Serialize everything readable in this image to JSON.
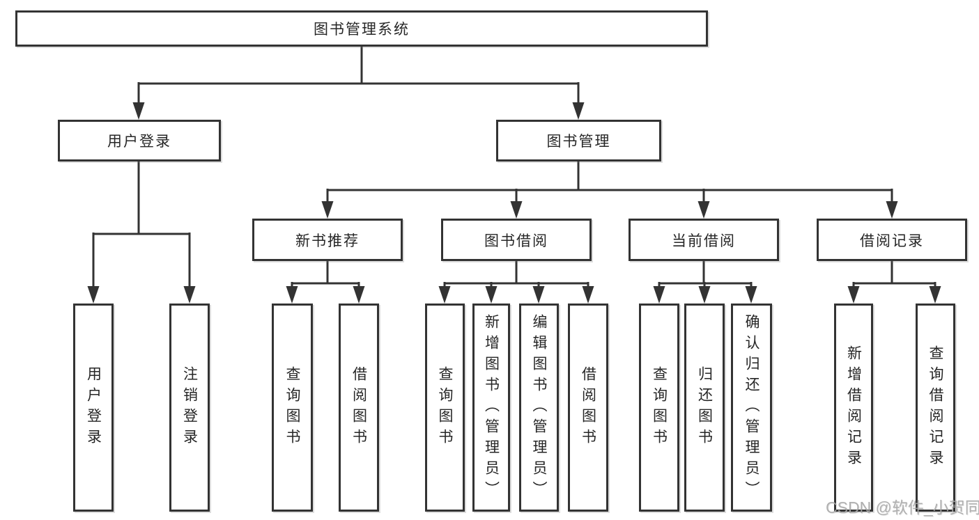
{
  "diagram": {
    "watermark": "CSDN @软件_小贺同学",
    "colors": {
      "line": "#333333",
      "border": "#333333",
      "text": "#262626",
      "watermark": "#a8a8a8",
      "background": "#ffffff"
    },
    "nodes": {
      "root": {
        "label": "图书管理系统"
      },
      "user_login": {
        "label": "用户登录"
      },
      "book_mgmt": {
        "label": "图书管理"
      },
      "new_book": {
        "label": "新书推荐"
      },
      "book_borrow": {
        "label": "图书借阅"
      },
      "current_borrow": {
        "label": "当前借阅"
      },
      "borrow_record": {
        "label": "借阅记录"
      },
      "leaf_login": {
        "label": "用户登录"
      },
      "leaf_logout": {
        "label": "注销登录"
      },
      "leaf_nb_query": {
        "label": "查询图书"
      },
      "leaf_nb_borrow": {
        "label": "借阅图书"
      },
      "leaf_bb_query": {
        "label": "查询图书"
      },
      "leaf_bb_add": {
        "label": "新增图书（管理员）"
      },
      "leaf_bb_edit": {
        "label": "编辑图书（管理员）"
      },
      "leaf_bb_borrow": {
        "label": "借阅图书"
      },
      "leaf_cb_query": {
        "label": "查询图书"
      },
      "leaf_cb_return": {
        "label": "归还图书"
      },
      "leaf_cb_confirm": {
        "label": "确认归还（管理员）"
      },
      "leaf_br_add": {
        "label": "新增借阅记录"
      },
      "leaf_br_query": {
        "label": "查询借阅记录"
      }
    }
  }
}
